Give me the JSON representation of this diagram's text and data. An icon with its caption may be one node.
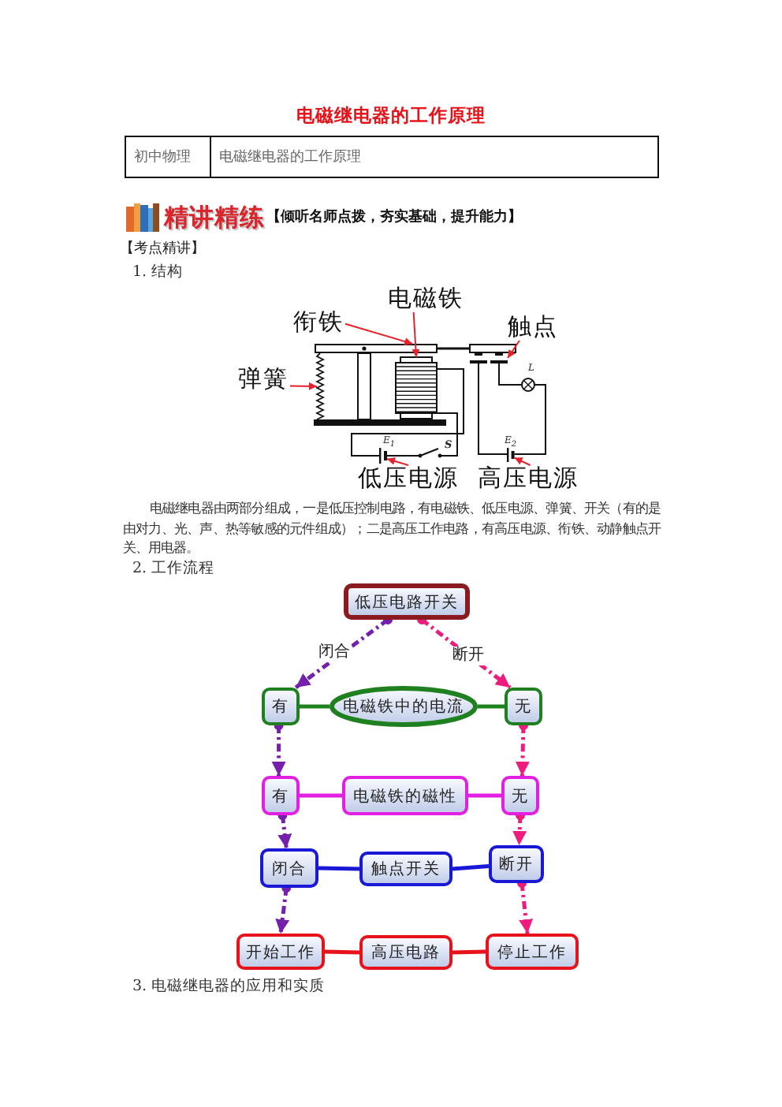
{
  "diagram": {
    "title": "电磁继电器的工作原理",
    "nodes": [
      {
        "text": [
          "电磁铁"
        ]
      },
      {
        "text": [
          "衔铁"
        ]
      },
      {
        "text": [
          "触点"
        ]
      },
      {
        "text": [
          "弹簧"
        ]
      },
      {
        "text": [
          "低压电源"
        ]
      },
      {
        "text": [
          "高压电源"
        ]
      },
      {
        "text": [],
        "shape": "bar"
      },
      {
        "text": [],
        "shape": "picture"
      },
      {
        "text": [],
        "shape": "picture"
      },
      {
        "text": [],
        "shape": "picture"
      },
      {
        "text": [],
        "shape": "picture",
        "beside": [
          "E$_{1}$"
        ]
      },
      {
        "text": [],
        "shape": "picture",
        "beside": [
          "E$_{2}$"
        ]
      },
      {
        "text": [
          "低压电路开关"
        ]
      },
      {
        "text": [
          "有"
        ]
      },
      {
        "text": [
          "电磁铁中的电流"
        ]
      },
      {
        "text": [
          "无"
        ]
      },
      {
        "text": [
          "有"
        ]
      },
      {
        "text": [
          "电磁铁的磁性"
        ]
      },
      {
        "text": [
          "无"
        ]
      },
      {
        "text": [
          "闭合"
        ]
      },
      {
        "text": [
          "触点开关"
        ]
      },
      {
        "text": [
          "断开"
        ]
      },
      {
        "text": [
          "开始工作"
        ]
      },
      {
        "text": [
          "高压电路"
        ]
      },
      {
        "text": [
          "停止工作"
        ]
      }
    ],
    "edges": [
      {
        "from": 0,
        "to": 7,
        "arrow": "to",
        "color": "#e62129"
      },
      {
        "from": 1,
        "to": 6,
        "arrow": "to",
        "color": "#e62129"
      },
      {
        "from": 2,
        "to": 8,
        "arrow": "to",
        "color": "#e62129"
      },
      {
        "from": 3,
        "to": 9,
        "arrow": "to",
        "color": "#e62129"
      },
      {
        "from": 4,
        "to": 10,
        "arrow": "to",
        "color": "#e62129"
      },
      {
        "from": 5,
        "to": 11,
        "arrow": "to",
        "color": "#e62129"
      },
      {
        "from": 12,
        "to": 13,
        "arrow": "to",
        "label": "闭合",
        "style": "dashed",
        "color": "#7420ac"
      },
      {
        "from": 12,
        "to": 15,
        "arrow": "to",
        "label": "断开",
        "style": "dashed",
        "color": "#ee1c7c"
      },
      {
        "from": 13,
        "to": 14,
        "arrow": "none",
        "color": "#1f801f"
      },
      {
        "from": 14,
        "to": 15,
        "arrow": "none",
        "color": "#1f801f"
      },
      {
        "from": 13,
        "to": 16,
        "arrow": "to",
        "style": "dashed",
        "color": "#7420ac"
      },
      {
        "from": 15,
        "to": 18,
        "arrow": "to",
        "style": "dashed",
        "color": "#ee1c7c"
      },
      {
        "from": 16,
        "to": 17,
        "arrow": "none",
        "color": "#e21fe2"
      },
      {
        "from": 17,
        "to": 18,
        "arrow": "none",
        "color": "#e21fe2"
      },
      {
        "from": 16,
        "to": 19,
        "arrow": "to",
        "style": "dashed",
        "color": "#7420ac"
      },
      {
        "from": 18,
        "to": 21,
        "arrow": "to",
        "style": "dashed",
        "color": "#ee1c7c"
      },
      {
        "from": 19,
        "to": 20,
        "arrow": "none",
        "color": "#1818d6"
      },
      {
        "from": 20,
        "to": 21,
        "arrow": "none",
        "color": "#1818d6"
      },
      {
        "from": 19,
        "to": 22,
        "arrow": "to",
        "style": "dashed",
        "color": "#7420ac"
      },
      {
        "from": 21,
        "to": 24,
        "arrow": "to",
        "style": "dashed",
        "color": "#ee1c7c"
      },
      {
        "from": 22,
        "to": 23,
        "arrow": "none",
        "color": "#e8121c"
      },
      {
        "from": 23,
        "to": 24,
        "arrow": "none",
        "color": "#e8121c"
      }
    ],
    "labels": [
      "初中物理",
      "电磁继电器的工作原理",
      "精讲精练",
      "【倾听名师点拨，夯实基础，提升能力】",
      "【考点精讲】",
      "1. 结构",
      "L",
      "S",
      "电磁继电器由两部分组成，一是低压控制电路，有电磁铁、低压电源、弹簧、开关（有的是由对力、光、声、热等敏感的元件组成）；二是高压工作电路，有高压电源、衔铁、动静触点开关、用电器。",
      "2. 工作流程",
      "3. 电磁继电器的应用和实质"
    ]
  }
}
